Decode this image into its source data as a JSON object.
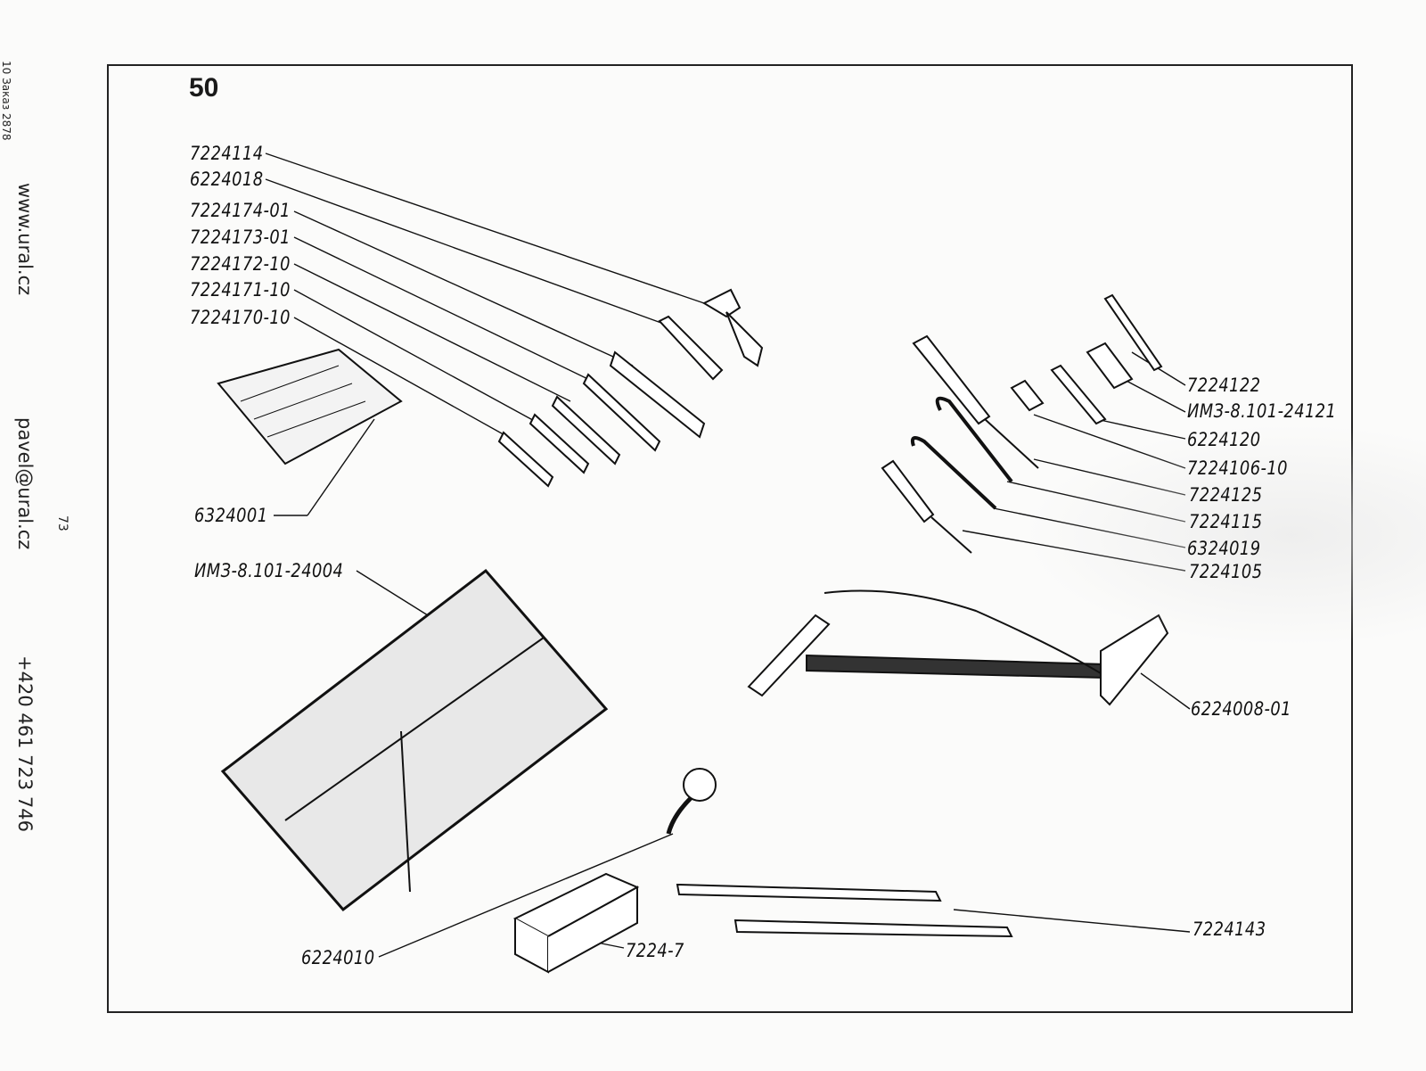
{
  "margin": {
    "order_note": "10 Заказ 2878",
    "website": "www.ural.cz",
    "email": "pavel@ural.cz",
    "phone": "+420 461 723 746",
    "page_number": "73"
  },
  "figure": {
    "number": "50",
    "labels": {
      "p7224114": "7224114",
      "p6224018": "6224018",
      "p7224174_01": "7224174-01",
      "p7224173_01": "7224173-01",
      "p7224172_10": "7224172-10",
      "p7224171_10": "7224171-10",
      "p7224170_10": "7224170-10",
      "p6324001": "6324001",
      "imz24004": "ИМЗ-8.101-24004",
      "p6224010": "6224010",
      "p7224_7": "7224-7",
      "p7224143": "7224143",
      "p6224008_01": "6224008-01",
      "p7224122": "7224122",
      "imz24121": "ИМЗ-8.101-24121",
      "p6224120": "6224120",
      "p7224106_10": "7224106-10",
      "p7224125": "7224125",
      "p7224115": "7224115",
      "p6324019": "6324019",
      "p7224105": "7224105"
    }
  }
}
